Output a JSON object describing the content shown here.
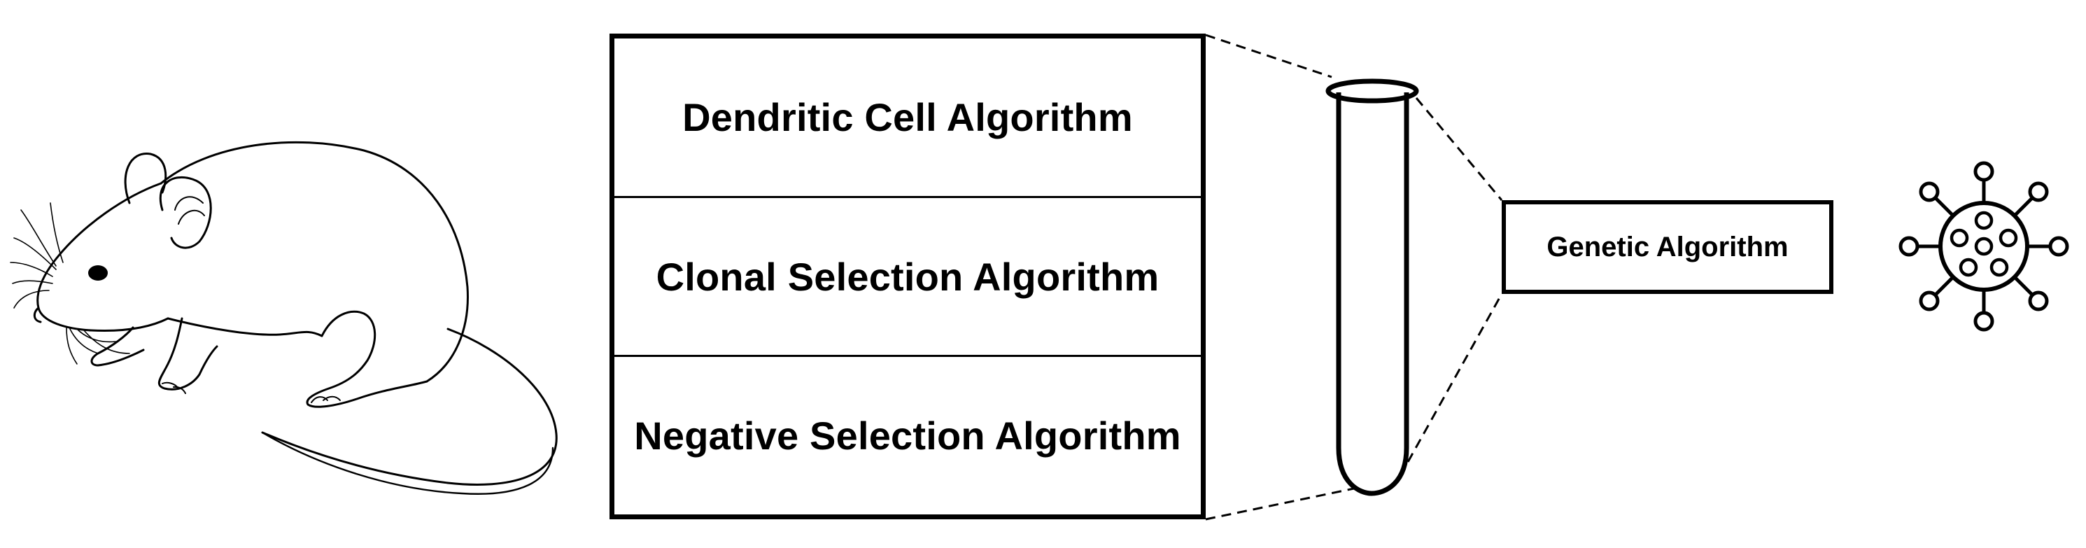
{
  "algorithms": [
    {
      "label": "Dendritic Cell Algorithm"
    },
    {
      "label": "Clonal Selection Algorithm"
    },
    {
      "label": "Negative Selection Algorithm"
    }
  ],
  "genetic_box": {
    "label": "Genetic Algorithm"
  },
  "icons": [
    "mouse-illustration",
    "test-tube-icon",
    "virus-icon"
  ],
  "colors": {
    "line": "#000000",
    "background": "#ffffff"
  }
}
